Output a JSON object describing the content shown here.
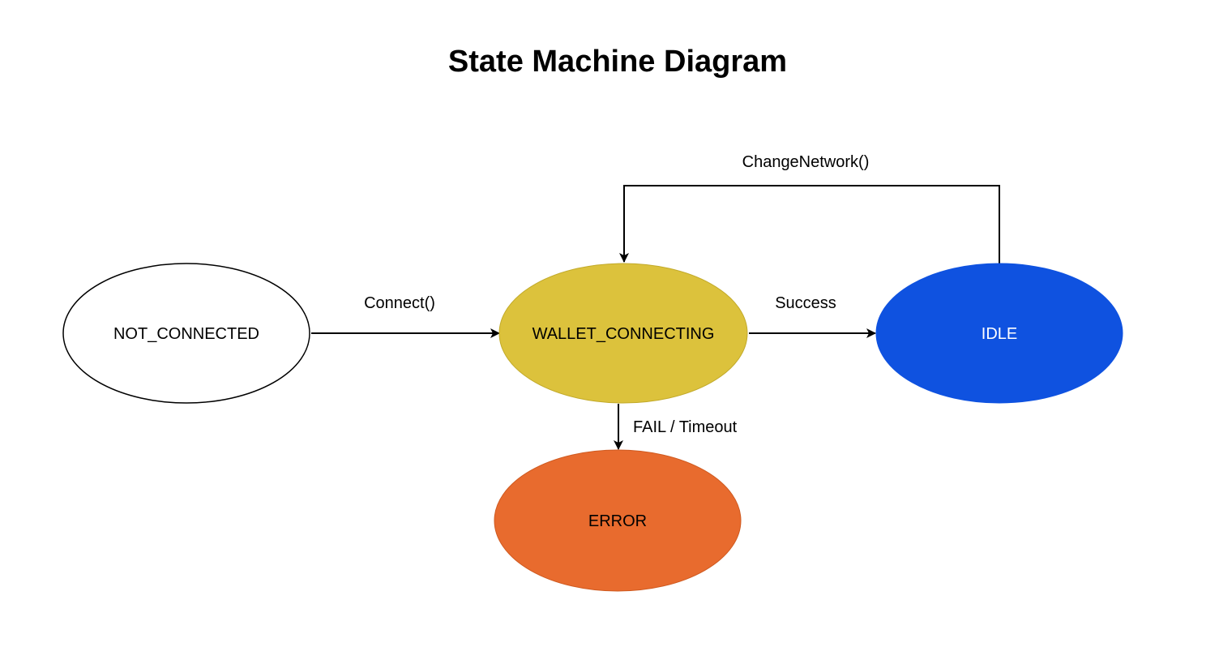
{
  "title": "State Machine Diagram",
  "states": {
    "not_connected": {
      "label": "NOT_CONNECTED",
      "fill": "#ffffff",
      "stroke": "#000000",
      "text_color": "#000000"
    },
    "wallet_connecting": {
      "label": "WALLET_CONNECTING",
      "fill": "#dcc23c",
      "stroke": "#c2aa2a",
      "text_color": "#000000"
    },
    "idle": {
      "label": "IDLE",
      "fill": "#0f52e0",
      "stroke": "#0f52e0",
      "text_color": "#ffffff"
    },
    "error": {
      "label": "ERROR",
      "fill": "#e86b2e",
      "stroke": "#cf5a20",
      "text_color": "#000000"
    }
  },
  "transitions": {
    "connect": {
      "label": "Connect()"
    },
    "success": {
      "label": "Success"
    },
    "change_network": {
      "label": "ChangeNetwork()"
    },
    "fail_timeout": {
      "label": "FAIL / Timeout"
    }
  }
}
